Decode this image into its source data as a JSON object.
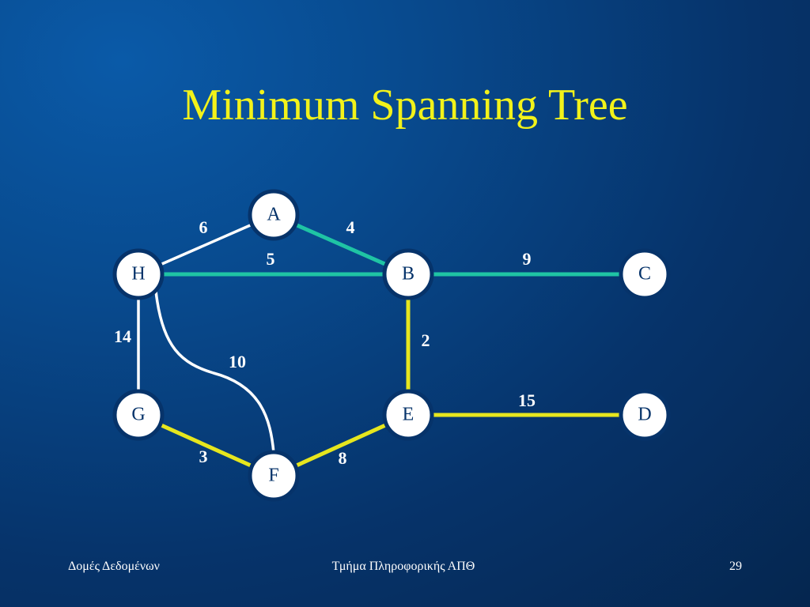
{
  "slide": {
    "title": "Minimum Spanning Tree",
    "page_number": "29"
  },
  "footer": {
    "left": "Δομές Δεδομένων",
    "center": "Τμήμα Πληροφορικής ΑΠΘ",
    "right": "29"
  },
  "colors": {
    "background": "#06336a",
    "title": "#f2f21a",
    "edge_default": "#ffffff",
    "edge_teal": "#1fc4a4",
    "edge_yellow": "#e6e61e",
    "node_fill": "#ffffff",
    "node_stroke": "#06336a"
  },
  "graph": {
    "nodes": [
      {
        "id": "A",
        "label": "A"
      },
      {
        "id": "H",
        "label": "H"
      },
      {
        "id": "B",
        "label": "B"
      },
      {
        "id": "C",
        "label": "C"
      },
      {
        "id": "G",
        "label": "G"
      },
      {
        "id": "E",
        "label": "E"
      },
      {
        "id": "D",
        "label": "D"
      },
      {
        "id": "F",
        "label": "F"
      }
    ],
    "edges": [
      {
        "from": "H",
        "to": "A",
        "weight": "6",
        "highlight": "none"
      },
      {
        "from": "A",
        "to": "B",
        "weight": "4",
        "highlight": "teal"
      },
      {
        "from": "H",
        "to": "B",
        "weight": "5",
        "highlight": "teal"
      },
      {
        "from": "B",
        "to": "C",
        "weight": "9",
        "highlight": "teal"
      },
      {
        "from": "H",
        "to": "G",
        "weight": "14",
        "highlight": "none"
      },
      {
        "from": "H",
        "to": "F",
        "weight": "10",
        "highlight": "none"
      },
      {
        "from": "B",
        "to": "E",
        "weight": "2",
        "highlight": "yellow"
      },
      {
        "from": "E",
        "to": "D",
        "weight": "15",
        "highlight": "yellow"
      },
      {
        "from": "G",
        "to": "F",
        "weight": "3",
        "highlight": "yellow"
      },
      {
        "from": "F",
        "to": "E",
        "weight": "8",
        "highlight": "yellow"
      }
    ]
  }
}
